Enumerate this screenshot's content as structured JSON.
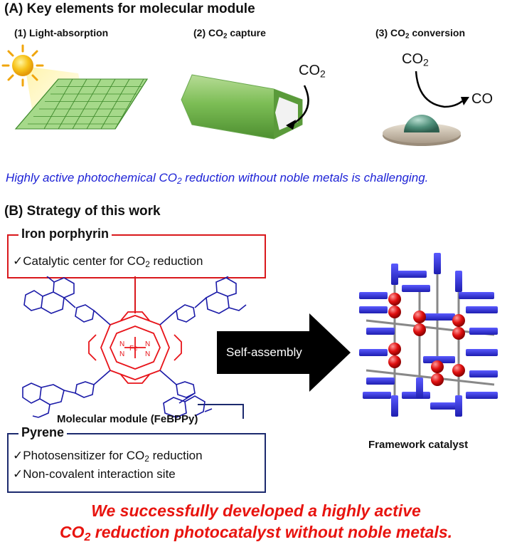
{
  "section_a": {
    "title": "(A) Key elements for molecular module",
    "items": [
      {
        "label": "(1) Light-absorption"
      },
      {
        "label_pre": "(2) CO",
        "label_sub": "2",
        "label_post": " capture",
        "co2_pre": "CO",
        "co2_sub": "2"
      },
      {
        "label_pre": "(3) CO",
        "label_sub": "2",
        "label_post": " conversion",
        "co2_pre": "CO",
        "co2_sub": "2",
        "product": "CO"
      }
    ],
    "challenge_pre": "Highly active photochemical CO",
    "challenge_sub": "2",
    "challenge_post": " reduction without noble metals is challenging."
  },
  "section_b": {
    "title": "(B) Strategy of this work",
    "iron_box": {
      "title": "Iron porphyrin",
      "item_pre": "✓Catalytic center for CO",
      "item_sub": "2",
      "item_post": " reduction",
      "border_color": "#d9181c"
    },
    "porphyrin_atoms": {
      "n": "N",
      "fe": "Fe"
    },
    "molecule_caption": "Molecular module (FeBPPy)",
    "pyrene_box": {
      "title": "Pyrene",
      "item1_pre": "✓Photosensitizer for CO",
      "item1_sub": "2",
      "item1_post": " reduction",
      "item2": "✓Non-covalent interaction site",
      "border_color": "#1c2a6e"
    },
    "arrow_label": "Self-assembly",
    "framework_caption": "Framework catalyst"
  },
  "conclusion": {
    "line1": "We successfully developed a highly active",
    "line2_pre": "CO",
    "line2_sub": "2",
    "line2_post": " reduction photocatalyst without noble metals."
  },
  "colors": {
    "blue_text": "#1d22d6",
    "red_text": "#e8140f",
    "porphyrin_red": "#e8141a",
    "pyrene_blue": "#1a1aa8",
    "green": "#6aa84f"
  }
}
